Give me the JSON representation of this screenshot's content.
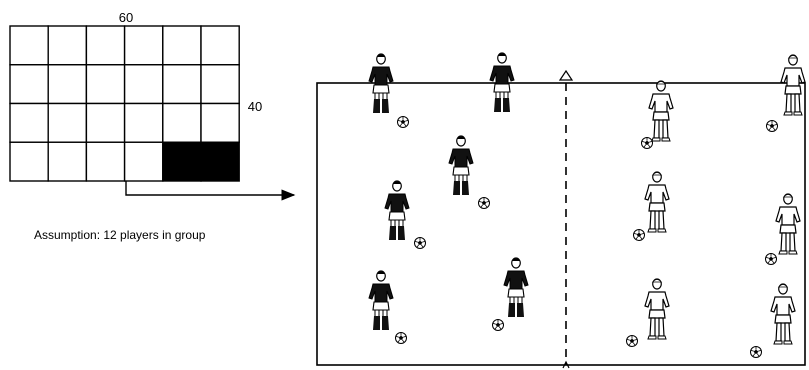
{
  "grid": {
    "width_label": "60",
    "height_label": "40",
    "cols": 6,
    "rows": 4,
    "filled_cells": [
      [
        3,
        4
      ],
      [
        3,
        5
      ]
    ]
  },
  "assumption_text": "Assumption: 12 players in group",
  "field": {
    "divider": "dashed",
    "dark_team_players": 6,
    "light_team_players": 6
  },
  "colors": {
    "dark_team": "#111111",
    "light_team": "#ffffff",
    "lines": "#000000"
  }
}
